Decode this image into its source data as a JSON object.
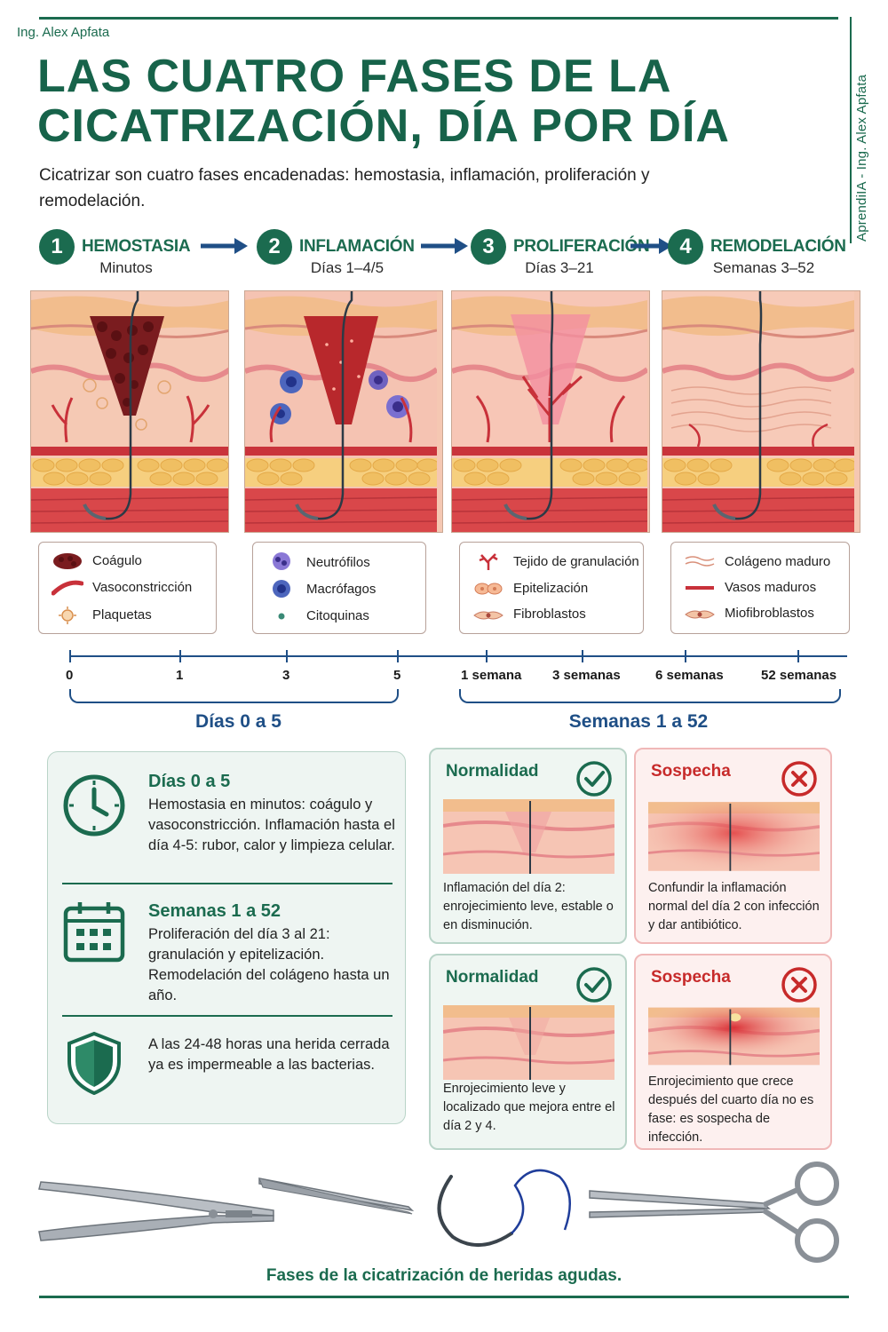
{
  "author": "Ing. Alex Apfata",
  "side_text": "AprendiIA - Ing. Alex Apfata",
  "title_line1": "LAS CUATRO FASES DE LA",
  "title_line2": "CICATRIZACIÓN, DÍA POR DÍA",
  "subtitle": "Cicatrizar son cuatro fases encadenadas: hemostasia, inflamación, proliferación y remodelación.",
  "phases": [
    {
      "number": "1",
      "name": "HEMOSTASIA",
      "time": "Minutos"
    },
    {
      "number": "2",
      "name": "INFLAMACIÓN",
      "time": "Días 1–4/5"
    },
    {
      "number": "3",
      "name": "PROLIFERACIÓN",
      "time": "Días 3–21"
    },
    {
      "number": "4",
      "name": "REMODELACIÓN",
      "time": "Semanas 3–52"
    }
  ],
  "legends": [
    [
      "Coágulo",
      "Vasoconstricción",
      "Plaquetas"
    ],
    [
      "Neutrófilos",
      "Macrófagos",
      "Citoquinas"
    ],
    [
      "Tejido de granulación",
      "Epitelización",
      "Fibroblastos"
    ],
    [
      "Colágeno maduro",
      "Vasos maduros",
      "Miofibroblastos"
    ]
  ],
  "timeline": {
    "ticks": [
      "0",
      "1",
      "3",
      "5",
      "1 semana",
      "3 semanas",
      "6 semanas",
      "52 semanas"
    ],
    "range_days": "Días 0 a 5",
    "range_weeks": "Semanas 1 a 52"
  },
  "info": {
    "days_title": "Días 0 a 5",
    "days_text": "Hemostasia en minutos: coágulo y vasoconstricción. Inflamación hasta el día 4-5: rubor, calor y limpieza celular.",
    "weeks_title": "Semanas 1 a 52",
    "weeks_text": "Proliferación del día 3 al 21: granulación y epitelización. Remodelación del colágeno hasta un año.",
    "shield_text": "A las 24-48 horas una herida cerrada ya es impermeable a las bacterias."
  },
  "cards": [
    {
      "title": "Normalidad",
      "text": "Inflamación del día 2: enrojecimiento leve, estable o en disminución."
    },
    {
      "title": "Sospecha",
      "text": "Confundir la inflamación normal del día 2 con infección y dar antibiótico."
    },
    {
      "title": "Normalidad",
      "text": "Enrojecimiento leve y localizado que mejora entre el día 2 y 4."
    },
    {
      "title": "Sospecha",
      "text": "Enrojecimiento que crece después del cuarto día no es fase: es sospecha de infección."
    }
  ],
  "caption": "Fases de la cicatrización de heridas agudas.",
  "colors": {
    "primary_green": "#1b6b4f",
    "timeline_blue": "#1f4f86",
    "alert_red": "#c72a2a"
  },
  "icons": [
    "clock-icon",
    "calendar-icon",
    "shield-icon",
    "check-icon",
    "cross-icon",
    "arrow-right-icon"
  ]
}
